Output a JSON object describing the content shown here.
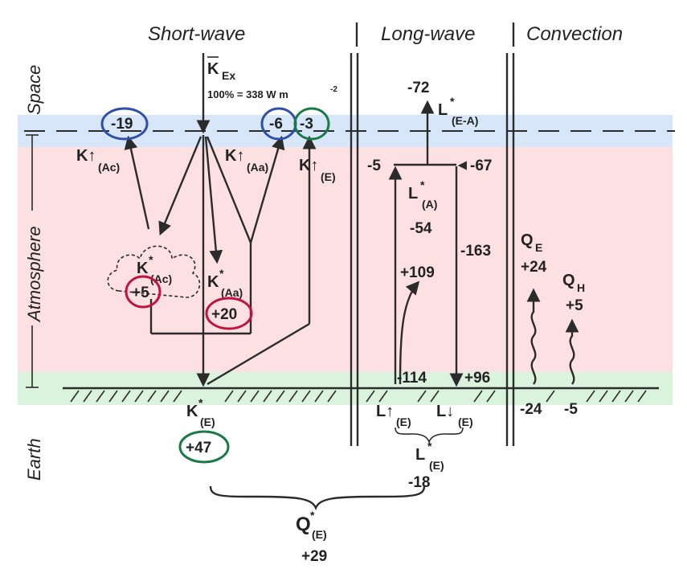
{
  "colors": {
    "space_band": "#d8e6f9",
    "atmosphere_band": "#fce0e2",
    "earth_band": "#d9f3dc",
    "circle_blue": "#2f4fa8",
    "circle_green": "#1a7a45",
    "circle_red": "#c0143f"
  },
  "headers": {
    "short_wave": "Short-wave",
    "long_wave": "Long-wave",
    "convection": "Convection"
  },
  "layers": {
    "space": "Space",
    "atmosphere": "Atmosphere",
    "earth": "Earth"
  },
  "shortwave": {
    "k_ex": "K",
    "k_ex_sub": "Ex",
    "solar_constant": "100% = 338 W m",
    "solar_constant_exp": "-2",
    "k_up_ac": "K↑",
    "k_up_ac_sub": "(Ac)",
    "k_up_aa": "K↑",
    "k_up_aa_sub": "(Aa)",
    "k_up_e": "K↑",
    "k_up_e_sub": "(E)",
    "val_ac_reflected": "-19",
    "val_aa_reflected": "-6",
    "val_e_reflected": "-3",
    "k_star_ac": "K",
    "k_star_ac_sub": "(Ac)",
    "val_ac_absorbed": "+5",
    "k_star_aa": "K",
    "k_star_aa_sub": "(Aa)",
    "val_aa_absorbed": "+20",
    "k_star_e": "K",
    "k_star_e_sub": "(E)",
    "val_e_absorbed": "+47"
  },
  "longwave": {
    "val_toa": "-72",
    "l_star_ea": "L",
    "l_star_ea_sub": "(E-A)",
    "val_left_top": "-5",
    "val_right_top": "-67",
    "l_star_a": "L",
    "l_star_a_sub": "(A)",
    "val_atm_net": "-54",
    "val_atm_down": "-163",
    "val_atm_absorbed": "+109",
    "val_surface_up": "-114",
    "val_surface_down": "+96",
    "l_up_e": "L↑",
    "l_up_e_sub": "(E)",
    "l_down_e": "L↓",
    "l_down_e_sub": "(E)",
    "l_star_e": "L",
    "l_star_e_sub": "(E)",
    "val_e_net": "-18"
  },
  "convection": {
    "q_e": "Q",
    "q_e_sub": "E",
    "val_q_e": "+24",
    "q_h": "Q",
    "q_h_sub": "H",
    "val_q_h": "+5",
    "val_q_e_surface": "-24",
    "val_q_h_surface": "-5"
  },
  "net": {
    "q_star_e": "Q",
    "q_star_e_sub": "(E)",
    "val_total": "+29"
  }
}
